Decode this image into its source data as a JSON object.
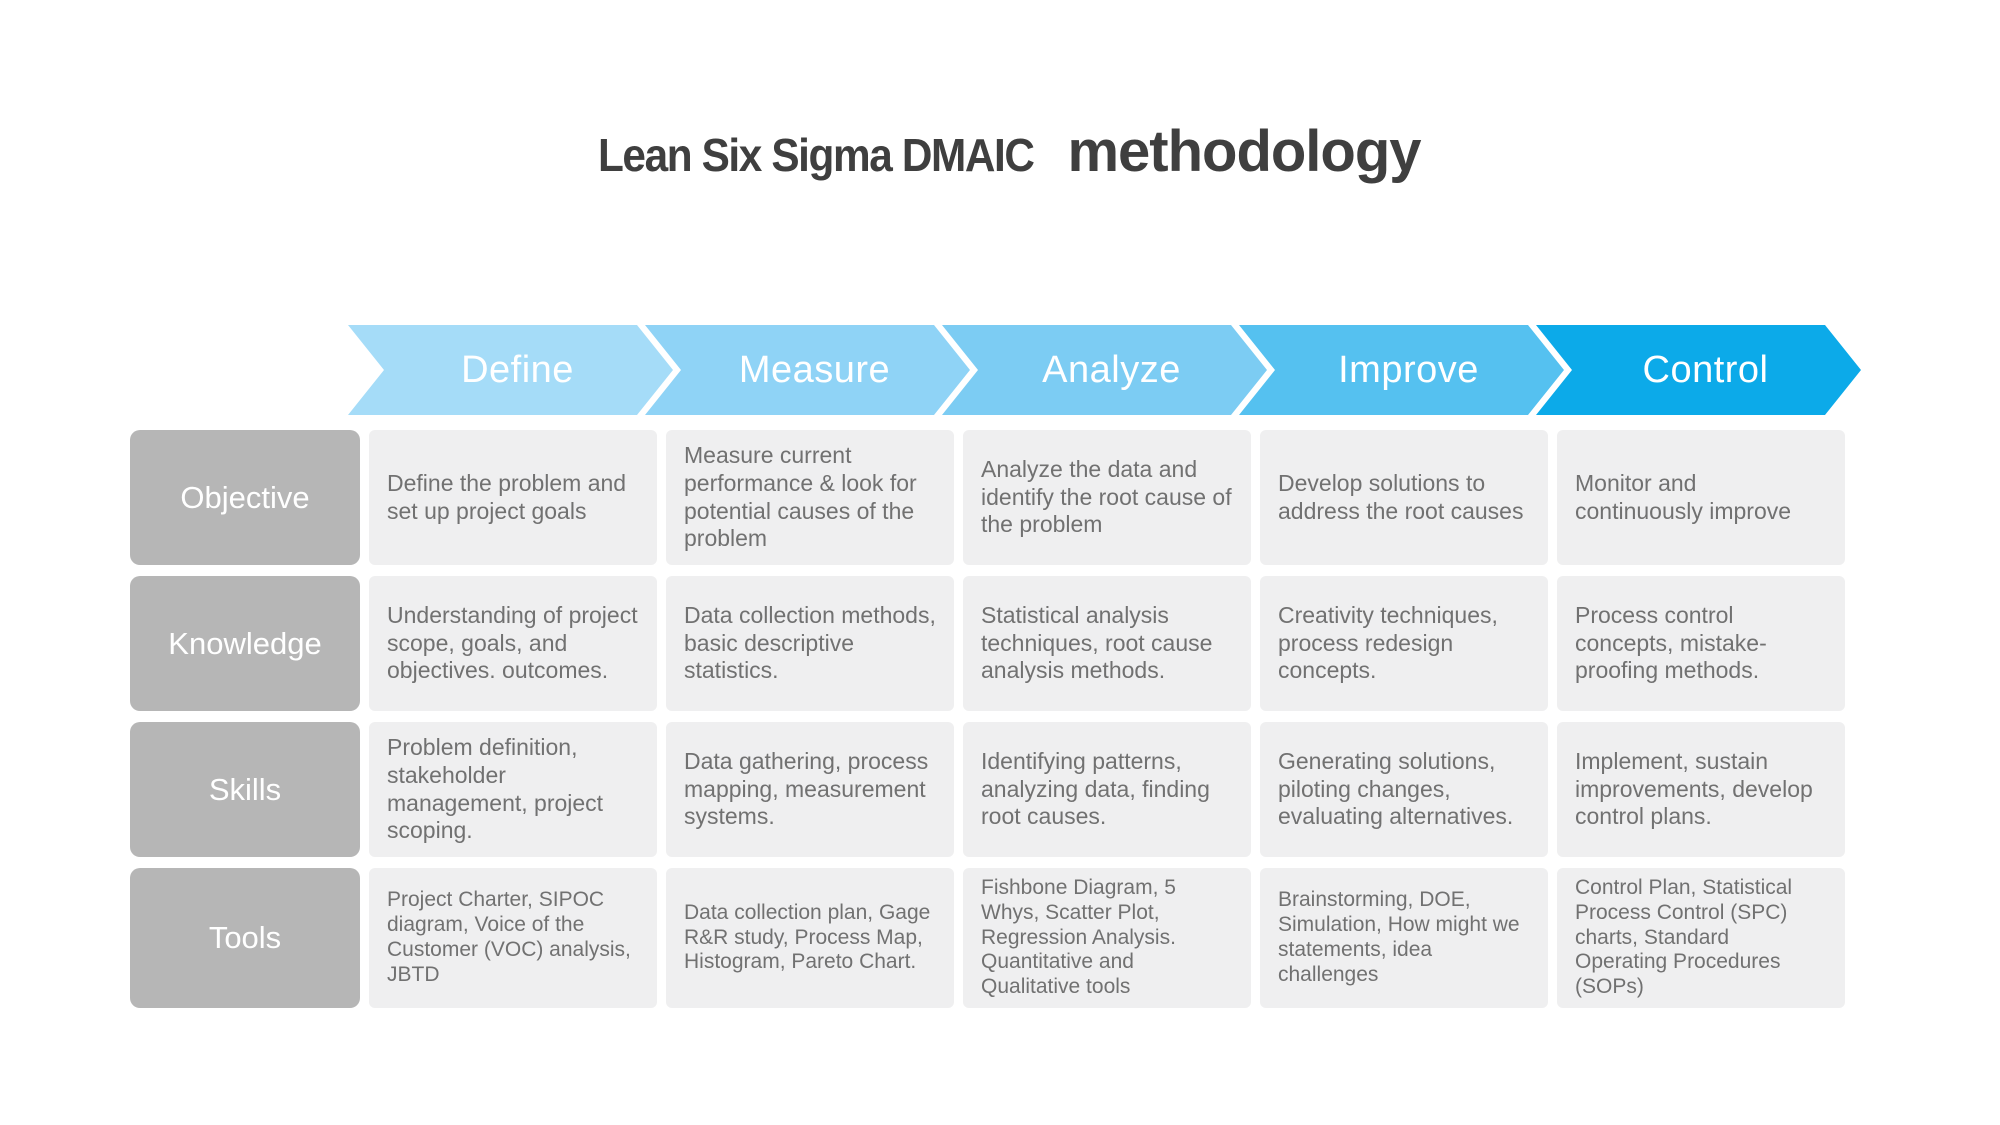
{
  "title": {
    "prefix": "Lean Six Sigma DMAIC",
    "emphasis": "methodology"
  },
  "phases": [
    {
      "label": "Define",
      "color": "#a5dcf8"
    },
    {
      "label": "Measure",
      "color": "#8fd3f6"
    },
    {
      "label": "Analyze",
      "color": "#7cccf3"
    },
    {
      "label": "Improve",
      "color": "#55c1f0"
    },
    {
      "label": "Control",
      "color": "#0caae9"
    }
  ],
  "rows": [
    {
      "label": "Objective",
      "cells": [
        "Define the problem and set up project goals",
        "Measure current performance & look for potential causes of the problem",
        "Analyze the data and identify the root cause of the problem",
        "Develop solutions to address the root causes",
        "Monitor and continuously improve"
      ]
    },
    {
      "label": "Knowledge",
      "cells": [
        "Understanding of project scope, goals, and objectives. outcomes.",
        "Data collection methods, basic descriptive statistics.",
        "Statistical analysis techniques, root cause analysis methods.",
        "Creativity techniques, process redesign concepts.",
        "Process control concepts, mistake-proofing methods."
      ]
    },
    {
      "label": "Skills",
      "cells": [
        "Problem definition, stakeholder management, project scoping.",
        "Data gathering, process mapping, measurement systems.",
        "Identifying patterns, analyzing data, finding root causes.",
        "Generating solutions, piloting changes, evaluating alternatives.",
        "Implement, sustain improvements, develop control plans."
      ]
    },
    {
      "label": "Tools",
      "cells": [
        "Project Charter, SIPOC diagram, Voice of the Customer (VOC) analysis, JBTD",
        "Data collection plan, Gage R&R study, Process Map, Histogram, Pareto Chart.",
        "Fishbone Diagram, 5 Whys, Scatter Plot, Regression Analysis. Quantitative and Qualitative tools",
        "Brainstorming, DOE, Simulation, How might we statements, idea challenges",
        "Control Plan, Statistical Process Control (SPC) charts, Standard Operating Procedures (SOPs)"
      ]
    }
  ],
  "colors": {
    "title_text": "#3f3f3f",
    "row_label_bg": "#b6b6b6",
    "cell_bg": "#efeff0",
    "cell_text": "#717171",
    "phase_text": "#ffffff"
  }
}
